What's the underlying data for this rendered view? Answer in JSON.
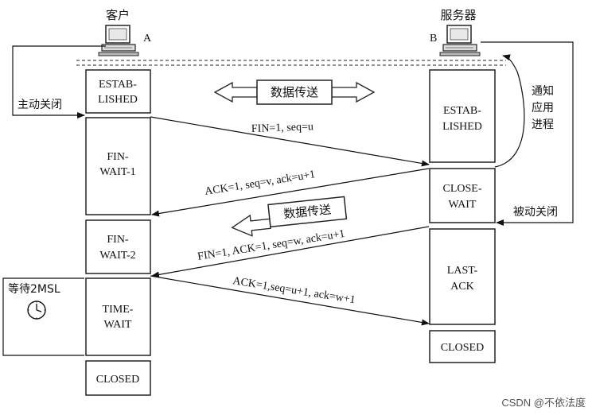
{
  "client": {
    "label": "客户",
    "letter": "A"
  },
  "server": {
    "label": "服务器",
    "letter": "B"
  },
  "client_states": [
    {
      "line1": "ESTAB-",
      "line2": "LISHED"
    },
    {
      "line1": "FIN-",
      "line2": "WAIT-1"
    },
    {
      "line1": "FIN-",
      "line2": "WAIT-2"
    },
    {
      "line1": "TIME-",
      "line2": "WAIT"
    },
    {
      "line1": "CLOSED",
      "line2": ""
    }
  ],
  "server_states": [
    {
      "line1": "ESTAB-",
      "line2": "LISHED"
    },
    {
      "line1": "CLOSE-",
      "line2": "WAIT"
    },
    {
      "line1": "LAST-",
      "line2": "ACK"
    },
    {
      "line1": "CLOSED",
      "line2": ""
    }
  ],
  "messages": [
    {
      "text": "FIN=1, seq=u"
    },
    {
      "text": "ACK=1, seq=v, ack=u+1"
    },
    {
      "text": "FIN=1, ACK=1, seq=w, ack=u+1"
    },
    {
      "text": "ACK=1,seq=u+1, ack=w+1"
    }
  ],
  "data_transfer_1": "数据传送",
  "data_transfer_2": "数据传送",
  "active_close": "主动关闭",
  "passive_close": "被动关闭",
  "notify_app": [
    "通知",
    "应用",
    "进程"
  ],
  "wait_2msl": "等待2MSL",
  "watermark": "CSDN @不依法度",
  "icons": {
    "computer_a": "computer-icon",
    "computer_b": "computer-icon",
    "clock": "clock-icon"
  }
}
